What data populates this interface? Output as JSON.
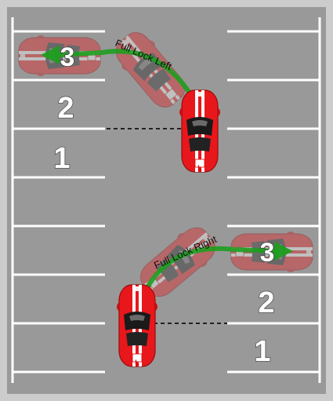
{
  "colors": {
    "tarmac": "#999999",
    "frame": "#cccccc",
    "bay_line": "#ffffff",
    "car_red": "#e8171b",
    "car_stripe": "#ffffff",
    "arrow_green": "#1e9e1e",
    "guide_line": "#222222"
  },
  "top_scene": {
    "bay_numbers": [
      "3",
      "2",
      "1"
    ],
    "arrow_label": "Full Lock Left",
    "car_badge": "L"
  },
  "bottom_scene": {
    "bay_numbers": [
      "3",
      "2",
      "1"
    ],
    "arrow_label": "Full Lock Right",
    "car_badge": "L"
  }
}
